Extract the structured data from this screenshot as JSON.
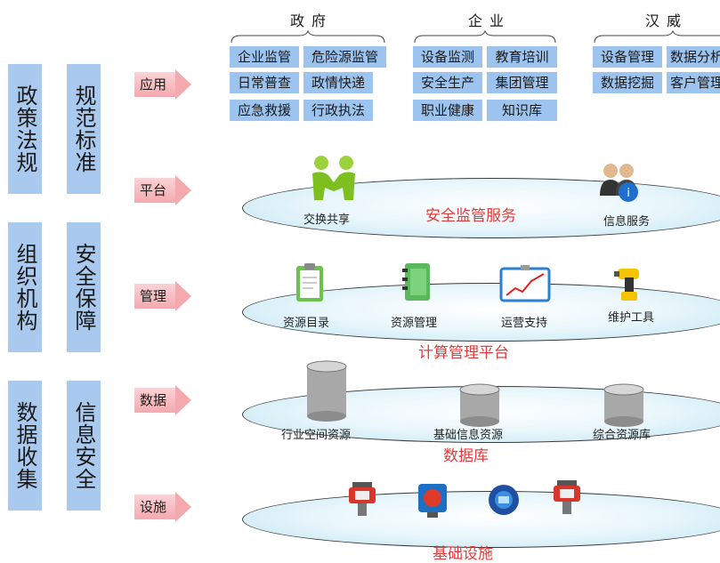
{
  "left_columns": {
    "col1": [
      "政策法规",
      "组织机构",
      "数据收集"
    ],
    "col2": [
      "规范标准",
      "安全保障",
      "信息安全"
    ]
  },
  "arrows": [
    "应用",
    "平台",
    "管理",
    "数据",
    "设施"
  ],
  "groups": [
    {
      "title": "政府",
      "items": [
        "企业监管",
        "危险源监管",
        "日常普查",
        "政情快递",
        "应急救援",
        "行政执法"
      ]
    },
    {
      "title": "企业",
      "items": [
        "设备监测",
        "教育培训",
        "安全生产",
        "集团管理",
        "职业健康",
        "知识库"
      ]
    },
    {
      "title": "汉威",
      "items": [
        "设备管理",
        "数据分析",
        "数据挖掘",
        "客户管理"
      ]
    }
  ],
  "layers": {
    "platform": {
      "title": "安全监管服务",
      "labels": [
        "交换共享",
        "信息服务"
      ]
    },
    "management": {
      "title": "计算管理平台",
      "labels": [
        "资源目录",
        "资源管理",
        "运营支持",
        "维护工具"
      ]
    },
    "data": {
      "title": "数据库",
      "labels": [
        "行业空间资源",
        "基础信息资源",
        "综合资源库"
      ]
    },
    "infrastructure": {
      "title": "基础设施"
    }
  },
  "colors": {
    "column": "#a9c9ef",
    "cell": "#9cc4ef",
    "arrow": "#f4a9af",
    "layer_title": "#e03c3c"
  }
}
